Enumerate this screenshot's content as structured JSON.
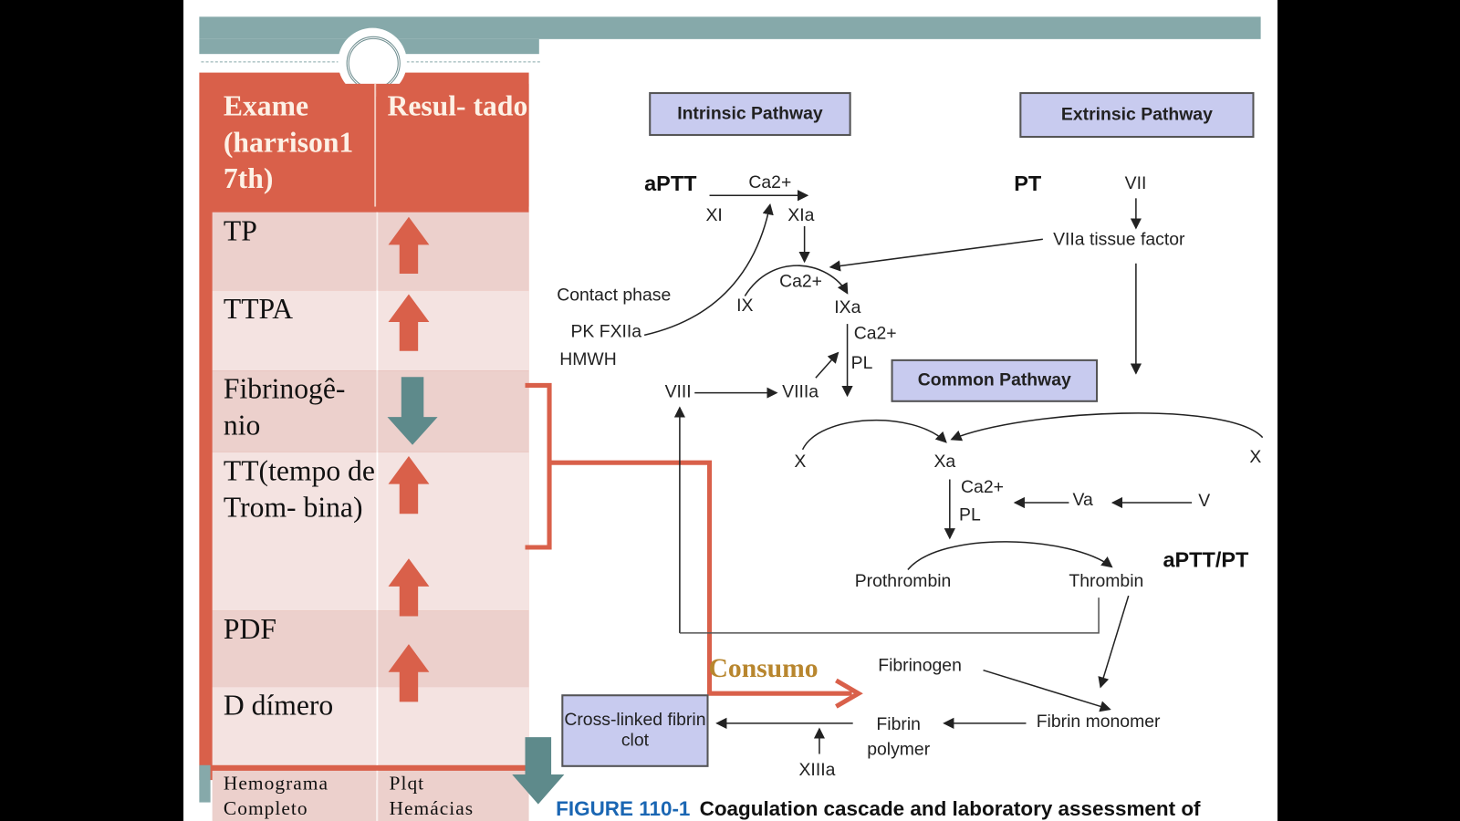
{
  "table": {
    "header": [
      "Exame (harrison1 7th)",
      "Resul- tado"
    ],
    "rows": [
      {
        "exam": "TP",
        "result": "up"
      },
      {
        "exam": "TTPA",
        "result": "up"
      },
      {
        "exam": "Fibrinogê- nio",
        "result": "down"
      },
      {
        "exam": "TT(tempo de Trom- bina)",
        "result": "up"
      },
      {
        "exam": "PDF",
        "result": "up"
      },
      {
        "exam": "D dímero",
        "result": "up"
      },
      {
        "exam": "Hemograma Completo",
        "result_text": "Plqt Hemácias",
        "result": "down"
      }
    ]
  },
  "diagram": {
    "intrinsic": "Intrinsic Pathway",
    "extrinsic": "Extrinsic Pathway",
    "common": "Common Pathway",
    "aptt": "aPTT",
    "pt": "PT",
    "aptt_pt": "aPTT/PT",
    "labels": {
      "ca1": "Ca2+",
      "xi": "XI",
      "xia": "XIa",
      "vii": "VII",
      "viia": "VIIa tissue factor",
      "contact": "Contact phase",
      "pk": "PK FXIIa",
      "hmwh": "HMWH",
      "ix": "IX",
      "ca2": "Ca2+",
      "ixa": "IXa",
      "ca3": "Ca2+",
      "pl1": "PL",
      "viii": "VIII",
      "viiia": "VIIIa",
      "x1": "X",
      "xa": "Xa",
      "x2": "X",
      "ca4": "Ca2+",
      "pl2": "PL",
      "va": "Va",
      "v": "V",
      "prothrombin": "Prothrombin",
      "thrombin": "Thrombin",
      "fibrinogen": "Fibrinogen",
      "fibrin_polymer": "Fibrin polymer",
      "fibrin_monomer": "Fibrin monomer",
      "xiiia": "XIIIa",
      "clot": "Cross-linked fibrin clot"
    },
    "consumo": "Consumo"
  },
  "caption": {
    "figure": "FIGURE 110-1",
    "text": "Coagulation cascade and laboratory assessment of"
  },
  "colors": {
    "accent": "#d9604a",
    "teal": "#86a9aa",
    "box": "#c8cbef",
    "down_arrow": "#5e8a8b"
  }
}
